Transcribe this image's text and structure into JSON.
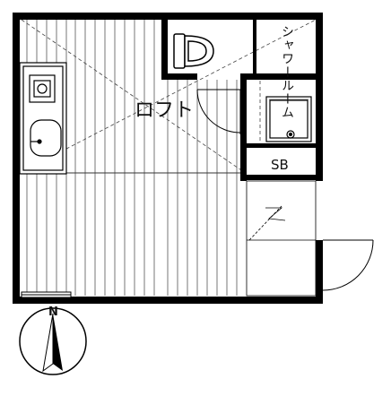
{
  "floor_plan": {
    "labels": {
      "loft": "ロフト",
      "shower_room": "シャワールーム",
      "shoe_box": "SB"
    },
    "compass": {
      "north": "N",
      "icon": "north-arrow-icon"
    },
    "colors": {
      "wall": "#000000",
      "line": "#333333",
      "background": "#ffffff"
    }
  }
}
